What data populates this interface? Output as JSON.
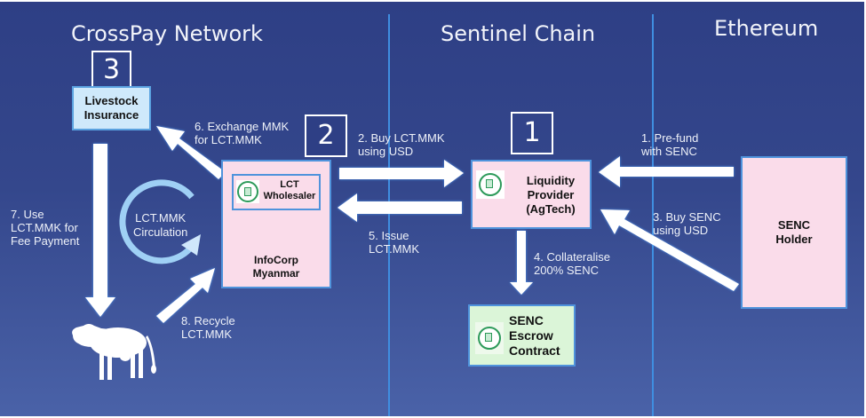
{
  "columns": [
    {
      "title": "CrossPay Network"
    },
    {
      "title": "Sentinel Chain"
    },
    {
      "title": "Ethereum"
    }
  ],
  "markers": {
    "one": "1",
    "two": "2",
    "three": "3"
  },
  "nodes": {
    "livestock_insurance": "Livestock\nInsurance",
    "lct_wholesaler": "LCT\nWholesaler",
    "infocorp": "InfoCorp\nMyanmar",
    "liquidity_provider": "Liquidity\nProvider\n(AgTech)",
    "senc_escrow": "SENC\nEscrow\nContract",
    "senc_holder": "SENC\nHolder",
    "circulation": "LCT.MMK\nCirculation"
  },
  "steps": {
    "s1": "1. Pre-fund\nwith SENC",
    "s2": "2. Buy LCT.MMK\nusing USD",
    "s3": "3. Buy SENC\nusing USD",
    "s4": "4. Collateralise\n200% SENC",
    "s5": "5. Issue\nLCT.MMK",
    "s6": "6. Exchange MMK\nfor  LCT.MMK",
    "s7": "7. Use\nLCT.MMK for\nFee Payment",
    "s8": "8. Recycle\nLCT.MMK"
  },
  "icons": {
    "contract_icon": "contract-icon",
    "cow_icon": "cow-icon",
    "cycle_icon": "circular-arrow-icon"
  },
  "colors": {
    "background": "#34478c",
    "divider": "#3f8ee0",
    "node_pink": "#fadcea",
    "node_lightblue": "#cfe9fb",
    "node_green": "#dbf5d8",
    "icon_green": "#2d9a5a"
  }
}
